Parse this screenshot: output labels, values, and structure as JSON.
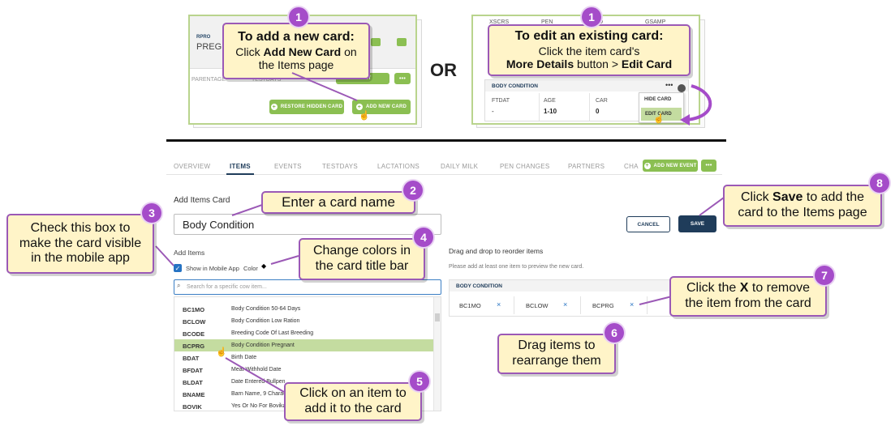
{
  "app": {
    "tabs": [
      "OVERVIEW",
      "ITEMS",
      "EVENTS",
      "TESTDAYS",
      "LACTATIONS",
      "DAILY MILK",
      "PEN CHANGES",
      "PARTNERS",
      "CHA"
    ],
    "active_tab": "ITEMS",
    "add_new_event": "ADD NEW EVENT",
    "more_label": "•••",
    "section_title": "Add Items Card",
    "card_name_value": "Body Condition",
    "cancel_label": "CANCEL",
    "save_label": "SAVE",
    "add_items_label": "Add Items",
    "show_mobile_label": "Show in Mobile App",
    "color_label": "Color",
    "search_placeholder": "Search for a specific cow item...",
    "items": [
      {
        "code": "BC1MO",
        "desc": "Body Condition 50-64 Days"
      },
      {
        "code": "BCLOW",
        "desc": "Body Condition Low Ration"
      },
      {
        "code": "BCODE",
        "desc": "Breeding Code Of Last Breeding"
      },
      {
        "code": "BCPRG",
        "desc": "Body Condition Pregnant"
      },
      {
        "code": "BDAT",
        "desc": "Birth Date"
      },
      {
        "code": "BFDAT",
        "desc": "Meat Withhold Date"
      },
      {
        "code": "BLDAT",
        "desc": "Date Entered Bullpen"
      },
      {
        "code": "BNAME",
        "desc": "Barn Name, 9 Characters"
      },
      {
        "code": "BOVIK",
        "desc": "Yes Or No For Bovikalc"
      }
    ],
    "selected_item": "BCPRG",
    "drag_title": "Drag and drop to reorder items",
    "preview_note": "Please add at least one item to preview the new card.",
    "preview_card_title": "BODY CONDITION",
    "preview_items": [
      "BC1MO",
      "BCLOW",
      "BCPRG"
    ]
  },
  "top_left": {
    "label_small": "RPRO",
    "label_big": "PREG",
    "parentage": "PARENTAGE",
    "testdays": "TESTDAYS",
    "event": "EVENT",
    "restore": "RESTORE HIDDEN CARD",
    "add_new_card": "ADD NEW CARD"
  },
  "top_right": {
    "header_cols": [
      "XSCRS",
      "PEN",
      "RD",
      "GSAMP"
    ],
    "card_title": "BODY CONDITION",
    "cols": [
      {
        "label": "FTDAT",
        "value": "-"
      },
      {
        "label": "AGE",
        "value": "1-10"
      },
      {
        "label": "CAR",
        "value": "0"
      }
    ],
    "menu_hide": "HIDE CARD",
    "menu_edit": "EDIT CARD"
  },
  "or_label": "OR",
  "callouts": {
    "c1a": {
      "n": "1",
      "line1": "To add a new card:",
      "line2a": "Click ",
      "line2b": "Add New Card",
      "line2c": " on",
      "line3": "the Items page"
    },
    "c1b": {
      "n": "1",
      "line1": "To edit an existing card:",
      "line2": "Click the item card's",
      "line3a": "More Details",
      "line3b": " button > ",
      "line3c": "Edit Card"
    },
    "c2": {
      "n": "2",
      "text": "Enter a card name"
    },
    "c3": {
      "n": "3",
      "line1": "Check this box to",
      "line2": "make the card visible",
      "line3": "in the mobile app"
    },
    "c4": {
      "n": "4",
      "line1": "Change colors in",
      "line2": "the card title bar"
    },
    "c5": {
      "n": "5",
      "line1": "Click on an item to",
      "line2": "add it to the card"
    },
    "c6": {
      "n": "6",
      "line1": "Drag items to",
      "line2": "rearrange them"
    },
    "c7": {
      "n": "7",
      "line1a": "Click the ",
      "line1b": "X",
      "line1c": " to remove",
      "line2": "the item from the card"
    },
    "c8": {
      "n": "8",
      "line1a": "Click ",
      "line1b": "Save",
      "line1c": " to add the",
      "line2": "card to the Items page"
    }
  },
  "colors": {
    "accent_purple": "#a54cc9",
    "callout_fill": "#fff4c8",
    "green": "#8bbf52",
    "navy": "#1f3c5a",
    "selected_row": "#c4dca0"
  }
}
